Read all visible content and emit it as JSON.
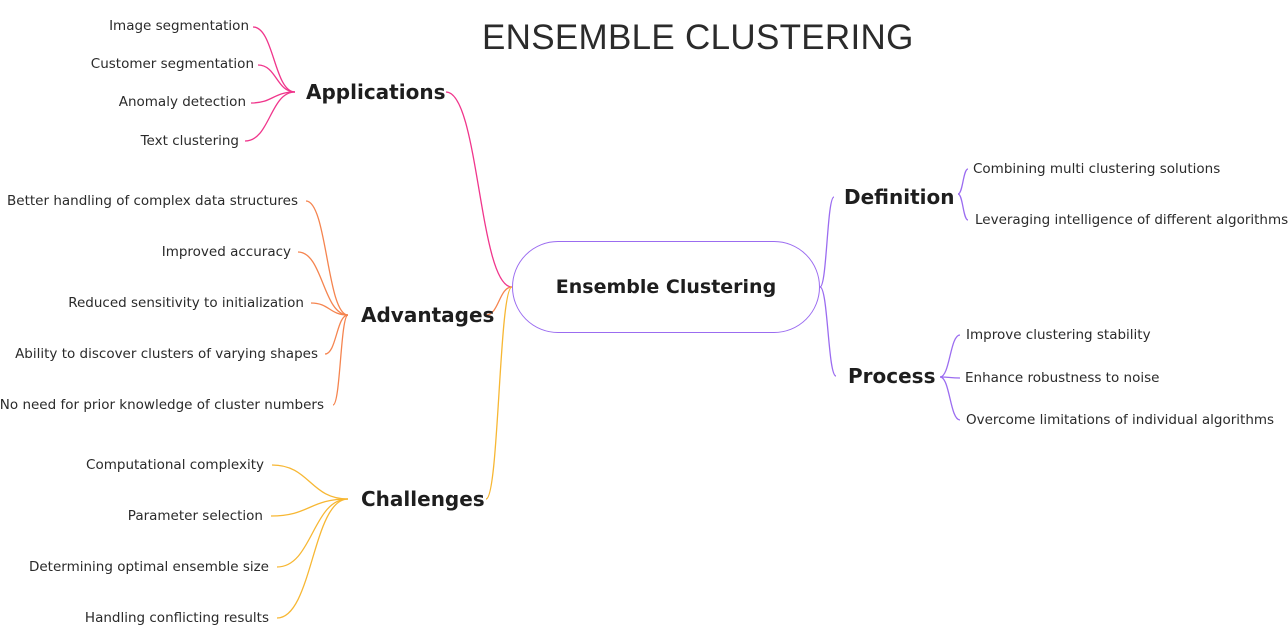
{
  "title": "ENSEMBLE CLUSTERING",
  "center": "Ensemble Clustering",
  "colors": {
    "applications": "#f0368c",
    "advantages": "#f5844f",
    "challenges": "#f7b733",
    "definition": "#9b6cf0",
    "process": "#9b6cf0"
  },
  "topics": {
    "applications": {
      "label": "Applications",
      "items": [
        "Image segmentation",
        "Customer segmentation",
        "Anomaly detection",
        "Text clustering"
      ]
    },
    "advantages": {
      "label": "Advantages",
      "items": [
        "Better handling of complex data structures",
        "Improved accuracy",
        "Reduced sensitivity to initialization",
        "Ability to discover clusters of varying shapes",
        "No need for prior knowledge of cluster numbers"
      ]
    },
    "challenges": {
      "label": "Challenges",
      "items": [
        "Computational complexity",
        "Parameter selection",
        "Determining optimal ensemble size",
        "Handling conflicting results"
      ]
    },
    "definition": {
      "label": "Definition",
      "items": [
        "Combining multi clustering solutions",
        "Leveraging intelligence of different algorithms"
      ]
    },
    "process": {
      "label": "Process",
      "items": [
        "Improve clustering stability",
        "Enhance robustness to noise",
        "Overcome limitations of individual algorithms"
      ]
    }
  }
}
